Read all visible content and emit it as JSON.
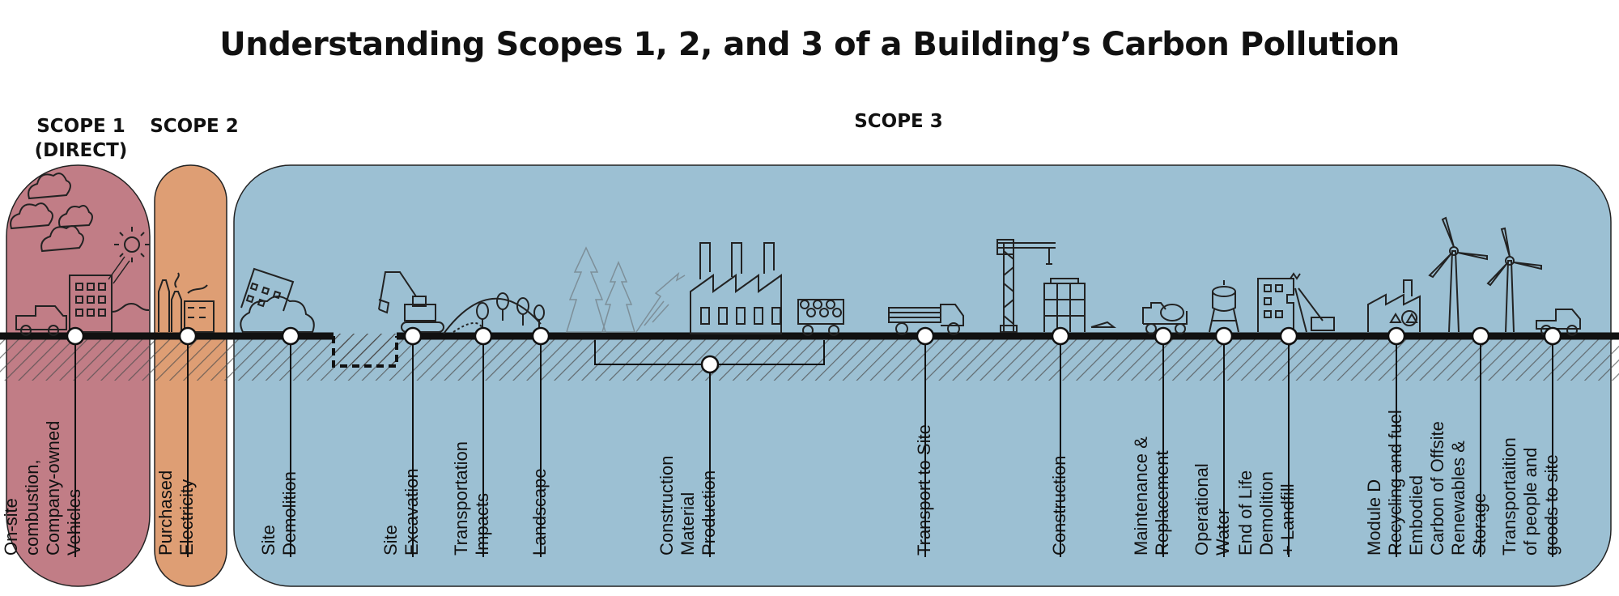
{
  "title": "Understanding Scopes 1, 2, and 3 of a Building’s Carbon Pollution",
  "scopes": {
    "scope1": {
      "heading_line1": "SCOPE 1",
      "heading_line2": "(DIRECT)",
      "color": "#c17d86"
    },
    "scope2": {
      "heading": "SCOPE 2",
      "color": "#de9e74"
    },
    "scope3": {
      "heading": "SCOPE 3",
      "color": "#9cc0d3"
    }
  },
  "colors": {
    "line": "#111111",
    "ground_hatch": "#555555",
    "icon_stroke": "#222222",
    "faded_icon": "#7d8f99"
  },
  "stages": [
    {
      "lines": [
        "On-site",
        "combustion,",
        "Company-owned",
        "Vehicles"
      ]
    },
    {
      "lines": [
        "Purchased",
        "Electricity"
      ]
    },
    {
      "lines": [
        "Site",
        "Demolition"
      ]
    },
    {
      "lines": [
        "Site",
        "Excavation"
      ]
    },
    {
      "lines": [
        "Transportation",
        "Impacts"
      ]
    },
    {
      "lines": [
        "Landscape"
      ]
    },
    {
      "lines": [
        "Construction",
        "Material",
        "Production"
      ]
    },
    {
      "lines": [
        "Transport to Site"
      ]
    },
    {
      "lines": [
        "Construction"
      ]
    },
    {
      "lines": [
        "Maintenance &",
        "Replacement"
      ]
    },
    {
      "lines": [
        "Operational",
        "Water"
      ]
    },
    {
      "lines": [
        "End of Life",
        "Demolition",
        "+ Landfill"
      ]
    },
    {
      "lines": [
        "Module D",
        "Recycling and fuel"
      ]
    },
    {
      "lines": [
        "Embodied",
        "Carbon of Offsite",
        "Renewables &",
        "Storage"
      ]
    },
    {
      "lines": [
        "Transportaition",
        "of people and",
        "goods to site"
      ]
    }
  ],
  "icons": [
    "clouds-icon",
    "truck-icon",
    "office-building-icon",
    "sun-icon",
    "power-plant-icon",
    "collapsing-building-icon",
    "excavator-icon",
    "trees-icon",
    "deforestation-icon",
    "factory-icon",
    "log-truck-icon",
    "flatbed-truck-icon",
    "crane-icon",
    "scaffold-icon",
    "cement-truck-icon",
    "water-tower-icon",
    "demolition-crane-icon",
    "recycling-factory-icon",
    "wind-turbine-icon",
    "pickup-truck-icon"
  ]
}
